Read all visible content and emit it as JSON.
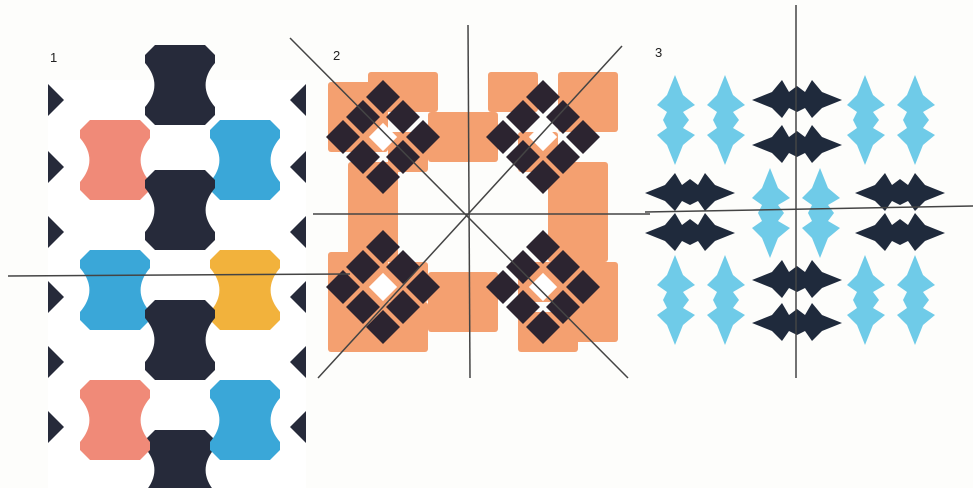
{
  "panels": [
    {
      "label": "1",
      "colors": {
        "salmon": "#f08a78",
        "blue": "#3aa7d8",
        "dark": "#262a3a",
        "yellow": "#f2b23c"
      }
    },
    {
      "label": "2",
      "colors": {
        "orange": "#f4a070",
        "dark": "#2c2430",
        "white": "#ffffff"
      }
    },
    {
      "label": "3",
      "colors": {
        "cyan": "#6fcbe8",
        "dark": "#1f2a3c",
        "white": "#ffffff"
      }
    }
  ],
  "lines_color": "#444444"
}
